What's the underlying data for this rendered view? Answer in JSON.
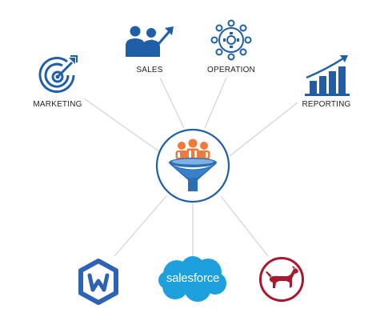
{
  "categories": {
    "marketing": "MARKETING",
    "sales": "SALES",
    "operation": "OPERATION",
    "reporting": "REPORTING"
  },
  "integrations": {
    "salesforce": "salesforce"
  },
  "colors": {
    "primary_blue": "#1f5fa8",
    "connector_gray": "#d3d3d3",
    "funnel_blue": "#2c6fb6",
    "people_orange": "#ee7a3b",
    "salesforce_blue": "#1ea0dc",
    "datadog_red": "#a6192e",
    "wrike_blue": "#2d62b5"
  },
  "icons": {
    "center": "funnel-people-icon",
    "marketing": "target-icon",
    "sales": "people-growth-icon",
    "operation": "gear-network-icon",
    "reporting": "bar-chart-growth-icon",
    "bottom_left": "w-hexagon-logo",
    "bottom_middle": "salesforce-cloud-logo",
    "bottom_right": "red-dog-logo"
  }
}
